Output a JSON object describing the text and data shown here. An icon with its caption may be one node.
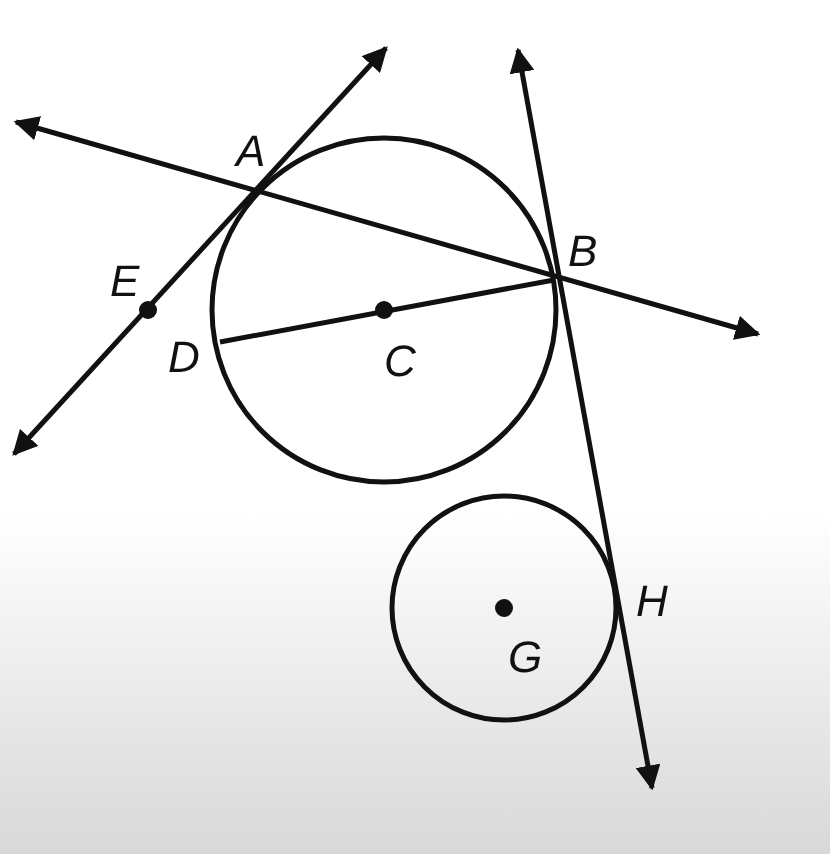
{
  "diagram": {
    "labels": [
      "A",
      "B",
      "E",
      "D",
      "C",
      "H",
      "G"
    ]
  }
}
